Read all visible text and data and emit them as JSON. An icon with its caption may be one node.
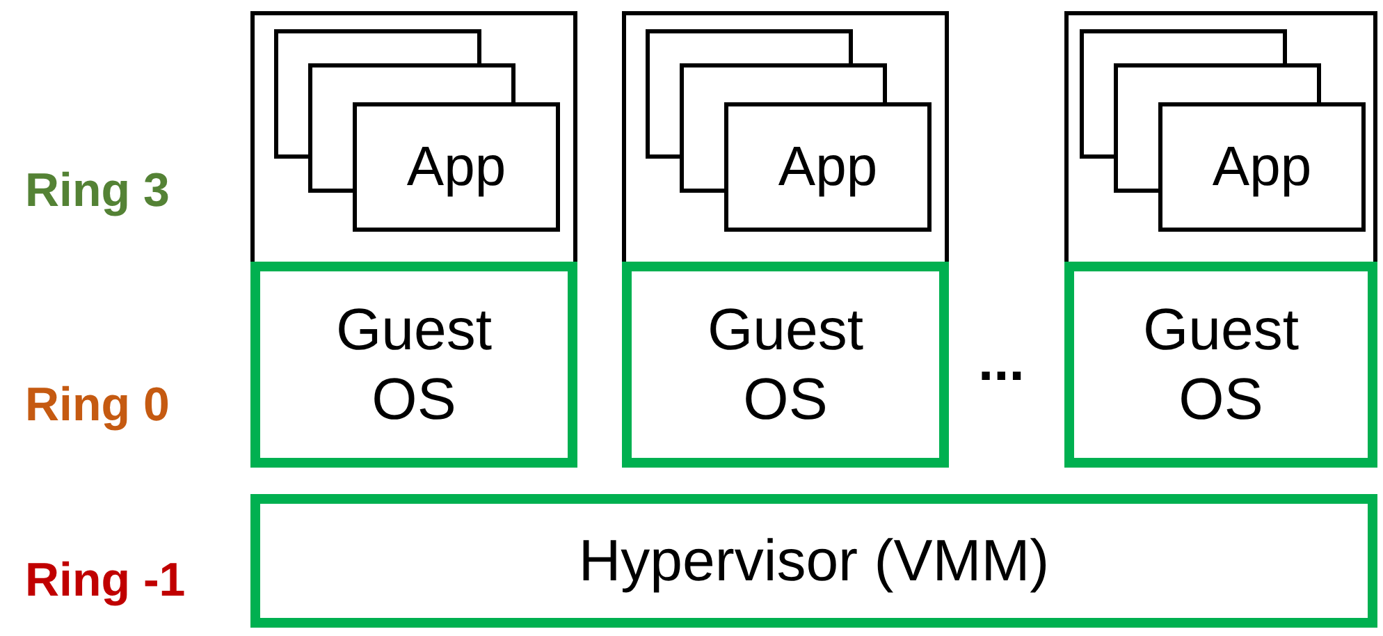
{
  "diagram": {
    "nodes": [
      {
        "text": [],
        "shape": "box"
      },
      {
        "text": [
          "App"
        ],
        "in": 0
      },
      {
        "text": [
          "Guest OS"
        ]
      },
      {
        "text": [],
        "shape": "box"
      },
      {
        "text": [
          "App"
        ],
        "in": 3
      },
      {
        "text": [
          "Guest OS"
        ]
      },
      {
        "text": [],
        "shape": "box"
      },
      {
        "text": [
          "App"
        ],
        "in": 6
      },
      {
        "text": [
          "Guest OS"
        ]
      },
      {
        "text": [
          "Hypervisor (VMM)"
        ]
      }
    ],
    "edges": [],
    "labels": [
      "Ring 3",
      "Ring 0",
      "...",
      "Ring -1"
    ]
  }
}
